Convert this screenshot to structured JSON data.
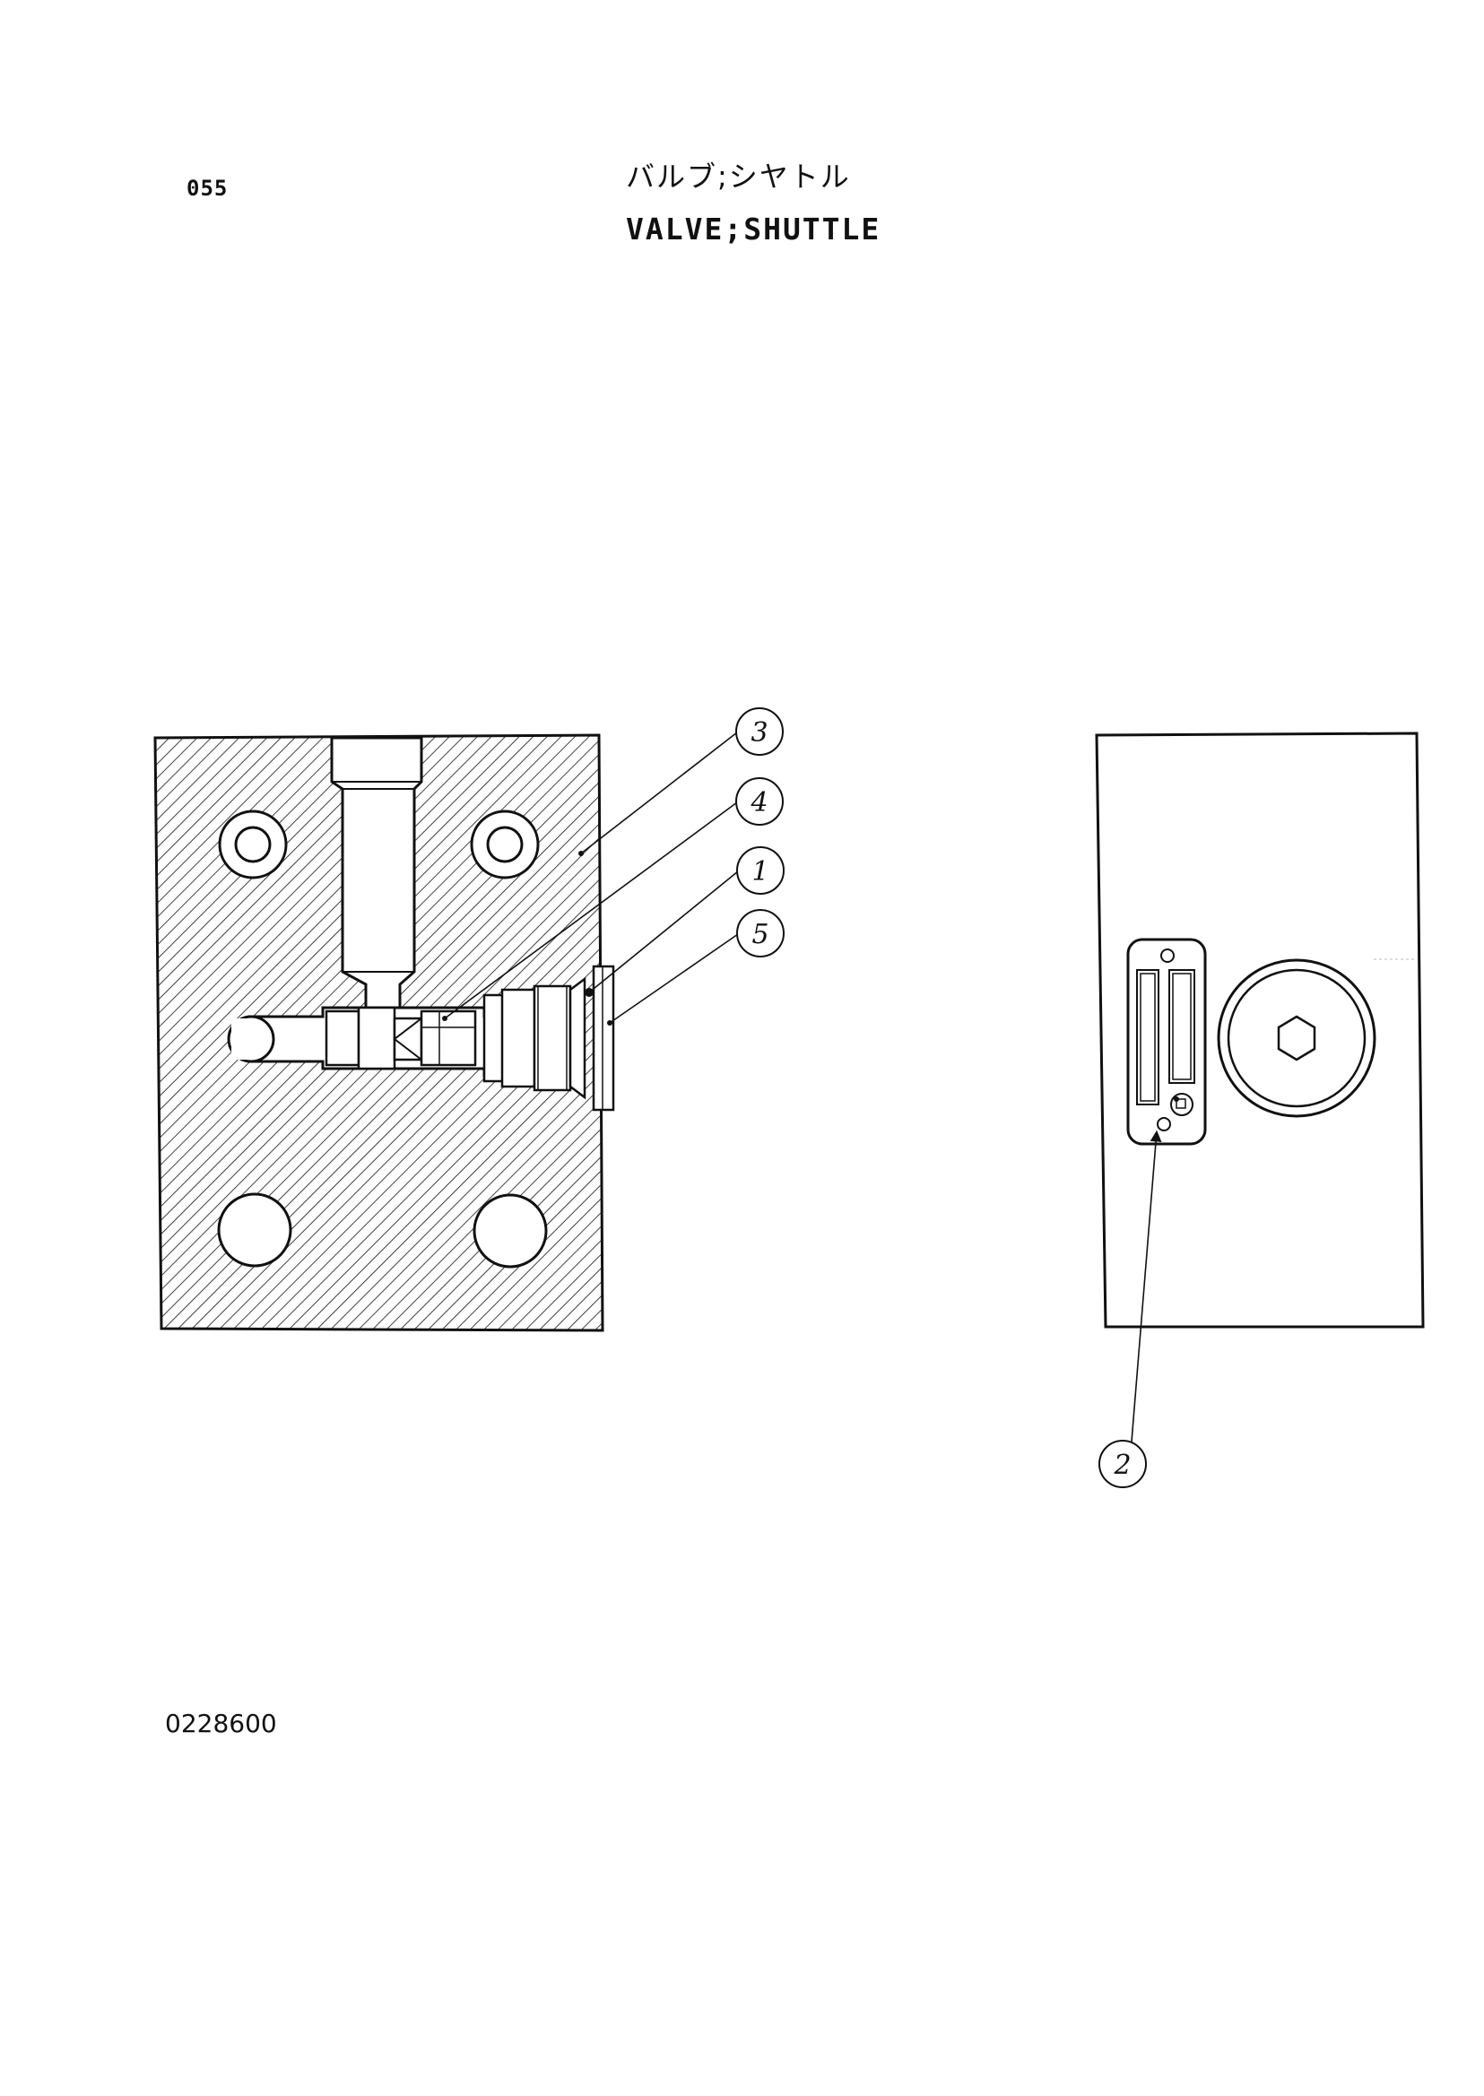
{
  "header": {
    "page_number": "055",
    "title_jp": "バルブ;シヤトル",
    "title_en": "VALVE;SHUTTLE"
  },
  "footer": {
    "part_code": "0228600"
  },
  "callouts": [
    {
      "label": "3"
    },
    {
      "label": "4"
    },
    {
      "label": "1"
    },
    {
      "label": "5"
    },
    {
      "label": "2"
    }
  ],
  "colors": {
    "line": "#111111",
    "background": "#ffffff"
  },
  "icons": {
    "hex-socket": "hexagon-icon"
  }
}
